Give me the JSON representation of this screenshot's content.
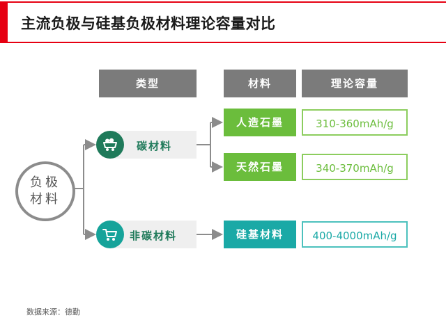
{
  "title": "主流负极与硅基负极材料理论容量对比",
  "headers": {
    "type": "类型",
    "material": "材料",
    "capacity": "理论容量"
  },
  "root": {
    "line1": "负极",
    "line2": "材料"
  },
  "types": [
    {
      "label": "碳材料",
      "icon": "mine-cart-icon"
    },
    {
      "label": "非碳材料",
      "icon": "empty-cart-icon"
    }
  ],
  "materials": [
    {
      "label": "人造石墨",
      "capacity": "310-360mAh/g"
    },
    {
      "label": "天然石墨",
      "capacity": "340-370mAh/g"
    },
    {
      "label": "硅基材料",
      "capacity": "400-4000mAh/g"
    }
  ],
  "source": "数据来源：德勤",
  "colors": {
    "accent": "#e60012",
    "header": "#7b7b7b",
    "green": "#6bbd3c",
    "teal": "#1aa9a6",
    "dark_green": "#1f7a5a"
  }
}
